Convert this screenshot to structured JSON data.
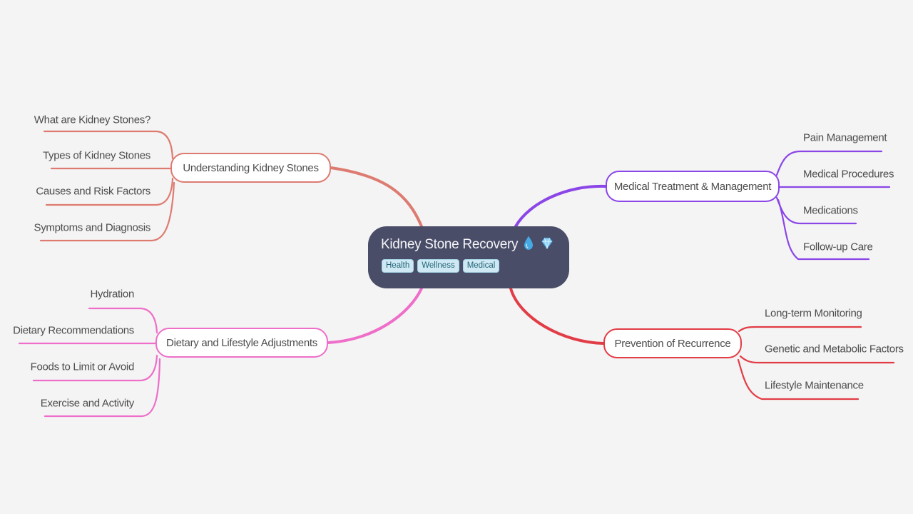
{
  "canvas": {
    "background_color": "#f4f4f4"
  },
  "root": {
    "title": "Kidney Stone Recovery",
    "icons": [
      {
        "name": "droplet-icon"
      },
      {
        "name": "gem-icon"
      }
    ],
    "background_color": "#4a4d68",
    "text_color": "#f4f4f8",
    "tags": {
      "background_color": "#cfe9f4",
      "text_color": "#236476",
      "items": [
        "Health",
        "Wellness",
        "Medical"
      ]
    }
  },
  "branches": [
    {
      "label": "Understanding Kidney Stones",
      "color": "#dd7b71",
      "children": [
        "What are Kidney Stones?",
        "Types of Kidney Stones",
        "Causes and Risk Factors",
        "Symptoms and Diagnosis"
      ]
    },
    {
      "label": "Medical Treatment & Management",
      "color": "#8b46e8",
      "children": [
        "Pain Management",
        "Medical Procedures",
        "Medications",
        "Follow-up Care"
      ]
    },
    {
      "label": "Dietary and Lifestyle Adjustments",
      "color": "#ee6ec9",
      "children": [
        "Hydration",
        "Dietary Recommendations",
        "Foods to Limit or Avoid",
        "Exercise and Activity"
      ]
    },
    {
      "label": "Prevention of Recurrence",
      "color": "#e23c46",
      "children": [
        "Long-term Monitoring",
        "Genetic and Metabolic Factors",
        "Lifestyle Maintenance"
      ]
    }
  ]
}
